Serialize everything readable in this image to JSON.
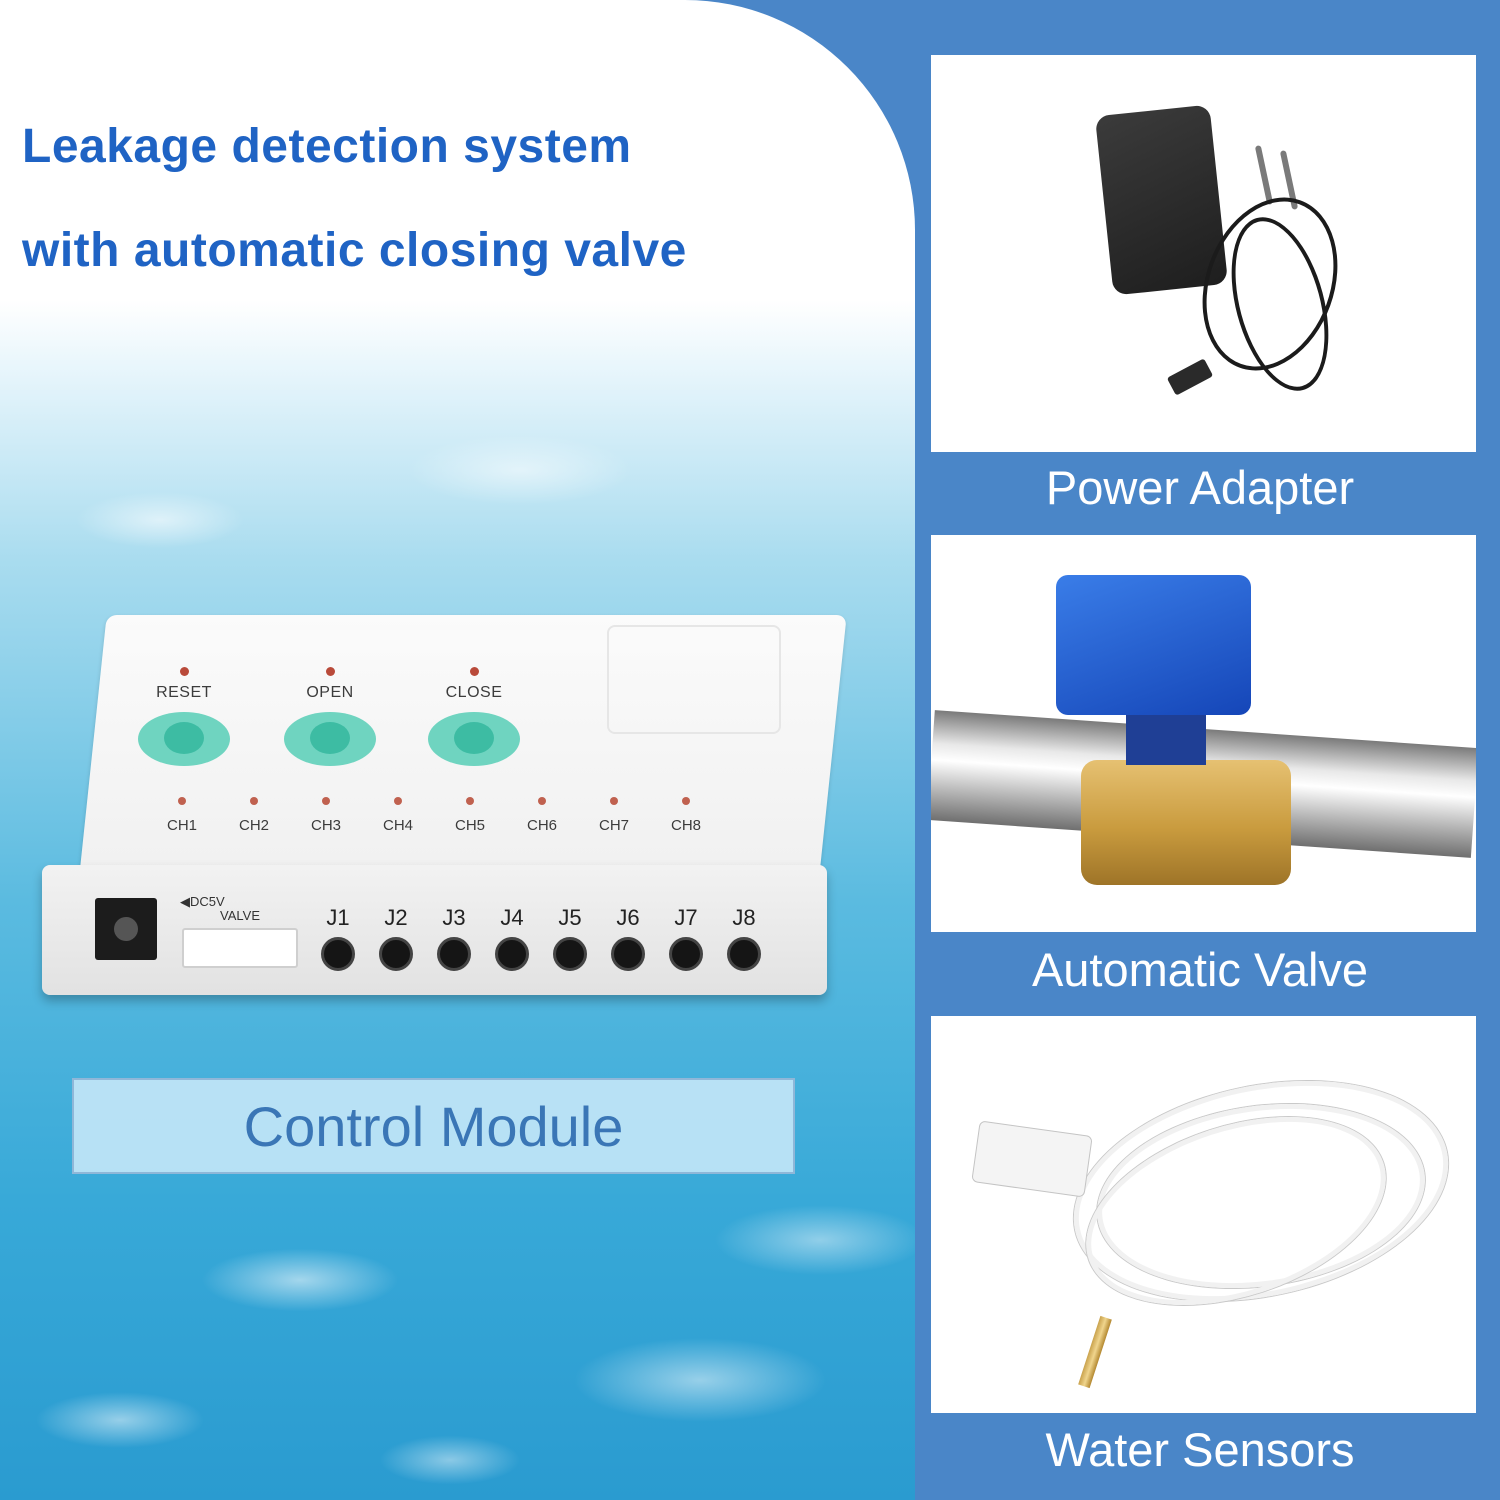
{
  "headline": {
    "line1": "Leakage detection system",
    "line2": "with automatic closing valve"
  },
  "control_module": {
    "caption": "Control Module",
    "buttons": [
      "RESET",
      "OPEN",
      "CLOSE"
    ],
    "channels": [
      "CH1",
      "CH2",
      "CH3",
      "CH4",
      "CH5",
      "CH6",
      "CH7",
      "CH8"
    ],
    "power_label": "◀DC5V",
    "valve_label": "VALVE",
    "jacks": [
      "J1",
      "J2",
      "J3",
      "J4",
      "J5",
      "J6",
      "J7",
      "J8"
    ]
  },
  "products": [
    {
      "label": "Power Adapter",
      "image": "power-adapter"
    },
    {
      "label": "Automatic Valve",
      "image": "motorized-ball-valve"
    },
    {
      "label": "Water Sensors",
      "image": "water-leak-sensor"
    }
  ],
  "colors": {
    "headline": "#1f63c4",
    "right_background": "#4a86c8",
    "button_teal": "#3dbca3",
    "caption_text": "#3a76b6"
  }
}
